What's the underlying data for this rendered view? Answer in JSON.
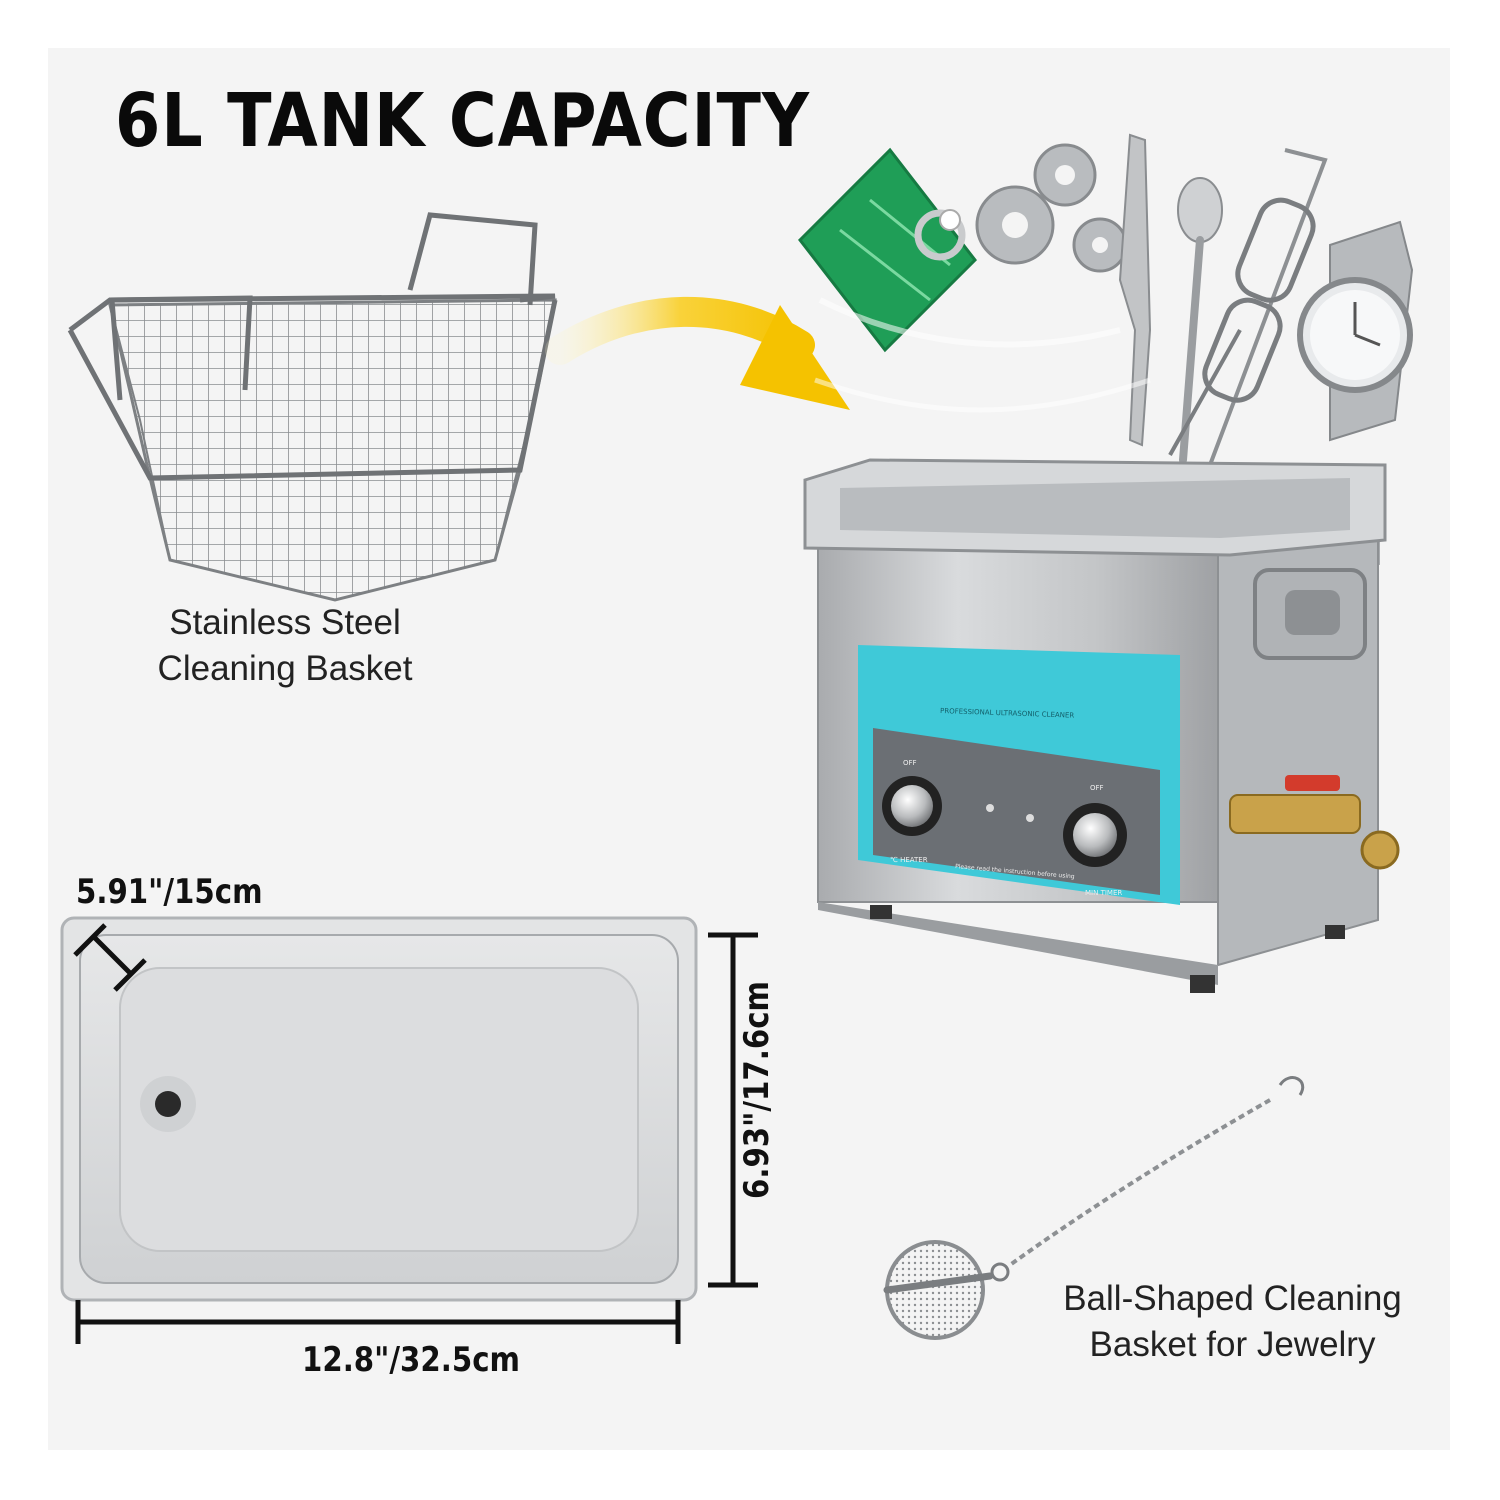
{
  "title": "6L TANK CAPACITY",
  "basket": {
    "caption_line1": "Stainless Steel",
    "caption_line2": "Cleaning Basket"
  },
  "ball_basket": {
    "caption_line1": "Ball-Shaped Cleaning",
    "caption_line2": "Basket for Jewelry"
  },
  "dimensions": {
    "depth": "5.91\"/15cm",
    "width": "6.93\"/17.6cm",
    "length": "12.8\"/32.5cm"
  },
  "machine": {
    "panel_label": "PROFESSIONAL ULTRASONIC CLEANER",
    "heater_label": "℃ HEATER",
    "timer_label": "MIN TIMER",
    "notice": "Please read the instruction before using",
    "off_label": "OFF"
  },
  "colors": {
    "panel_bg": "#f4f4f4",
    "arrow": "#f5c200",
    "control_panel": "#3fc9d8",
    "steel": "#c4c6c8"
  }
}
